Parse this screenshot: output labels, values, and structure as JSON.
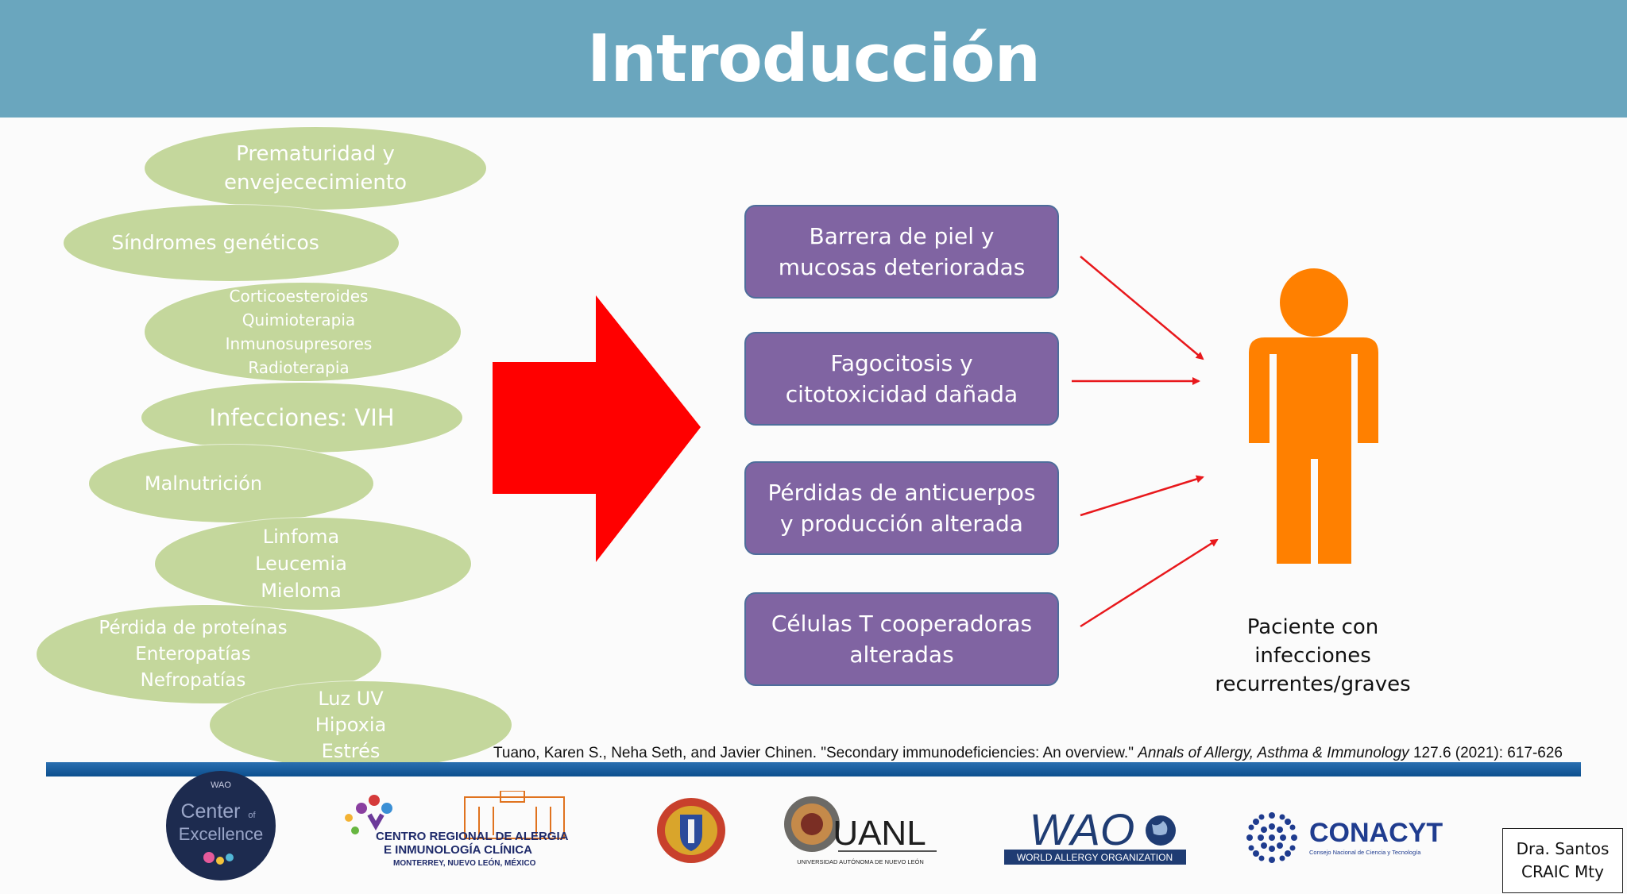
{
  "title": "Introducción",
  "causes": [
    {
      "lines": [
        "Prematuridad y",
        "envejececimiento"
      ]
    },
    {
      "lines": [
        "Síndromes genéticos"
      ]
    },
    {
      "lines": [
        "Corticoesteroides",
        "Quimioterapia",
        "Inmunosupresores",
        "Radioterapia"
      ]
    },
    {
      "lines": [
        "Infecciones: VIH"
      ]
    },
    {
      "lines": [
        "Malnutrición"
      ]
    },
    {
      "lines": [
        "Linfoma",
        "Leucemia",
        "Mieloma"
      ]
    },
    {
      "lines": [
        "Pérdida de proteínas",
        "Enteropatías",
        "Nefropatías"
      ]
    },
    {
      "lines": [
        "Luz UV",
        "Hipoxia",
        "Estrés"
      ]
    }
  ],
  "effects": [
    {
      "lines": [
        "Barrera de piel y",
        "mucosas deterioradas"
      ]
    },
    {
      "lines": [
        "Fagocitosis y",
        "citotoxicidad dañada"
      ]
    },
    {
      "lines": [
        "Pérdidas de anticuerpos",
        "y producción alterada"
      ]
    },
    {
      "lines": [
        "Células T cooperadoras",
        "alteradas"
      ]
    }
  ],
  "patient_label": {
    "lines": [
      "Paciente con",
      "infecciones",
      "recurrentes/graves"
    ]
  },
  "citation": {
    "pre": "Tuano, Karen S., Neha Seth, and Javier Chinen. \"Secondary immunodeficiencies: An overview.\" ",
    "journal": "Annals of Allergy, Asthma & Immunology",
    "post": " 127.6 (2021): 617-626"
  },
  "logos": {
    "coe_top": "WAO",
    "coe_line1": "Center",
    "coe_of": "of",
    "coe_line2": "Excellence",
    "craic_line1": "CENTRO REGIONAL DE ALERGIA",
    "craic_line2": "E INMUNOLOGÍA CLÍNICA",
    "craic_line3": "MONTERREY, NUEVO LEÓN, MÉXICO",
    "uanl_name": "UANL",
    "uanl_sub": "UNIVERSIDAD AUTÓNOMA DE NUEVO LEÓN",
    "wao_name": "WAO",
    "wao_sub": "WORLD ALLERGY ORGANIZATION",
    "conacyt_name": "CONACYT",
    "conacyt_sub": "Consejo Nacional de Ciencia y Tecnología"
  },
  "signature": {
    "line1": "Dra. Santos",
    "line2": "CRAIC Mty"
  },
  "colors": {
    "header": "#6aa6be",
    "cause_fill": "#c4d79c",
    "effect_fill": "#8064a2",
    "big_arrow": "#ff0000",
    "small_arrows": "#e8181c",
    "patient": "#ff8000",
    "band": "#0c4f8e"
  }
}
